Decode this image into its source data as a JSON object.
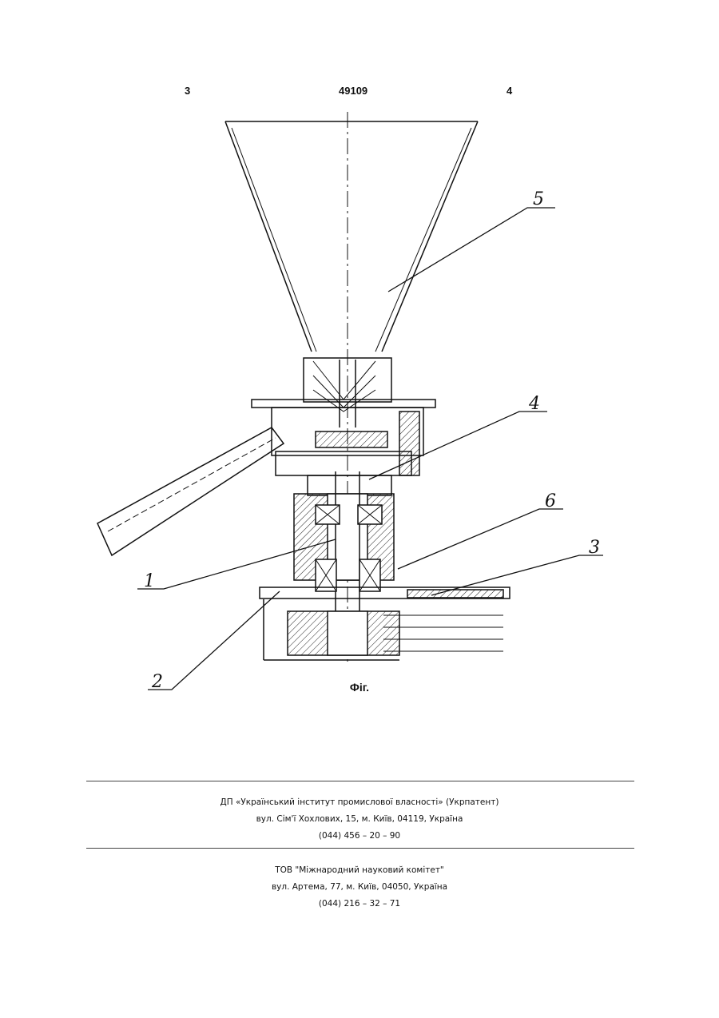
{
  "header": {
    "col_left": "3",
    "patent_no": "49109",
    "col_right": "4"
  },
  "figure": {
    "caption": "Фіг.",
    "labels": [
      "1",
      "2",
      "3",
      "4",
      "5",
      "6"
    ]
  },
  "footer": {
    "publisher": {
      "name": "ДП «Український інститут промислової власності» (Укрпатент)",
      "address": "вул. Сім'ї Хохлових, 15, м. Київ, 04119, Україна",
      "phone": "(044) 456 – 20 – 90"
    },
    "printer": {
      "name": "ТОВ \"Міжнародний науковий комітет\"",
      "address": "вул. Артема, 77, м. Київ, 04050, Україна",
      "phone": "(044) 216 – 32 – 71"
    }
  }
}
